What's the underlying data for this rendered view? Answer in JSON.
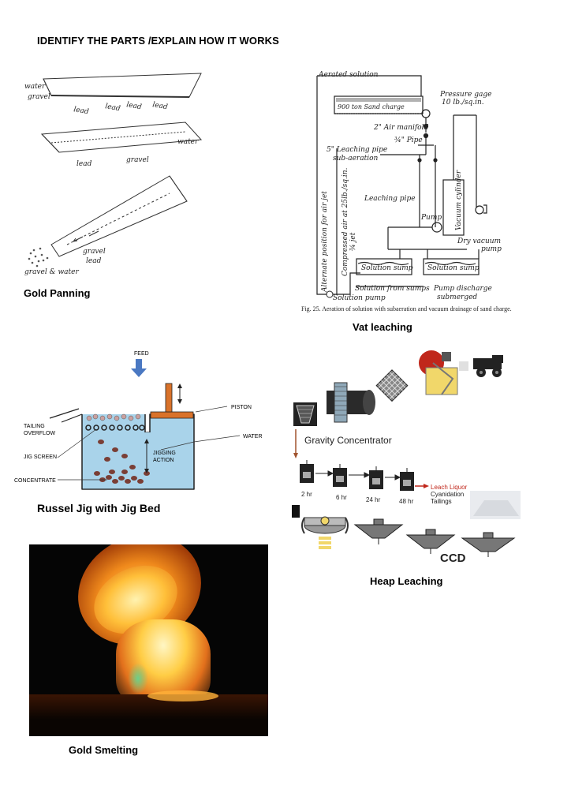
{
  "heading": "IDENTIFY THE PARTS /EXPLAIN HOW IT WORKS",
  "captions": {
    "panning": "Gold Panning",
    "vat": "Vat leaching",
    "jig": "Russel Jig with Jig Bed",
    "heap": "Heap Leaching",
    "smelting": "Gold Smelting"
  },
  "panning": {
    "water": "water",
    "gravel": "gravel",
    "lead": "lead",
    "gravel_water": "gravel & water"
  },
  "vat": {
    "aerated": "Aerated solution",
    "sand_charge": "900 ton Sand charge",
    "pressure": "Pressure gage",
    "pressure_val": "10 lb./sq.in.",
    "air_manifold": "2\" Air manifold",
    "pipe": "¾\" Pipe",
    "leach_pipe_sub": "5\" Leaching pipe",
    "sub_aeration": "sub-aeration",
    "leaching_pipe": "Leaching pipe",
    "pump": "Pump",
    "vacuum_cyl": "Vacuum cylinder",
    "dry_vacuum": "Dry vacuum",
    "pump2": "pump",
    "alt_pos": "Alternate position for air jet",
    "compressed": "Compressed air at 25lb./sq.in.",
    "jet": "¾ jet",
    "sump1": "Solution sump",
    "sump2": "Solution sump",
    "from_sumps": "Solution from sumps",
    "sol_pump": "Solution pump",
    "discharge": "Pump discharge",
    "submerged": "submerged",
    "fig": "Fig. 25. Aeration of solution with subaeration and vacuum drainage of sand charge."
  },
  "jig": {
    "feed": "FEED",
    "piston": "PISTON",
    "tailing": "TAILING",
    "overflow": "OVERFLOW",
    "water": "WATER",
    "jig_screen": "JIG SCREEN",
    "jigging": "JIGGING",
    "action": "ACTION",
    "concentrate": "CONCENTRATE"
  },
  "heap": {
    "gravity": "Gravity Concentrator",
    "t2": "2 hr",
    "t6": "6 hr",
    "t24": "24 hr",
    "t48": "48 hr",
    "leach_liquor": "Leach Liquor",
    "cyanidation": "Cyanidation",
    "tailings": "Tailings",
    "ccd": "CCD",
    "colors": {
      "red": "#c0271b",
      "arrow_orange": "#a0522d"
    }
  }
}
